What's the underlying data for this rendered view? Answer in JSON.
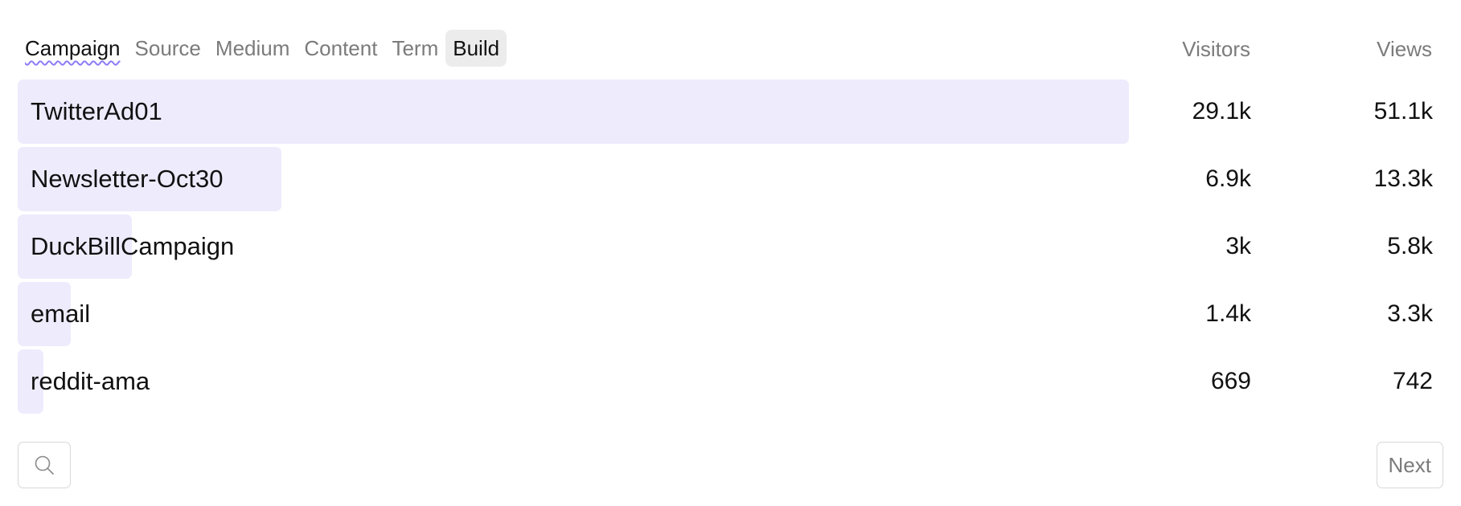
{
  "tabs": [
    {
      "label": "Campaign",
      "state": "active"
    },
    {
      "label": "Source",
      "state": "normal"
    },
    {
      "label": "Medium",
      "state": "normal"
    },
    {
      "label": "Content",
      "state": "normal"
    },
    {
      "label": "Term",
      "state": "normal"
    },
    {
      "label": "Build",
      "state": "highlighted"
    }
  ],
  "columns": {
    "visitors": "Visitors",
    "views": "Views"
  },
  "rows": [
    {
      "label": "TwitterAd01",
      "visitors": "29.1k",
      "views": "51.1k",
      "share": 1.0
    },
    {
      "label": "Newsletter-Oct30",
      "visitors": "6.9k",
      "views": "13.3k",
      "share": 0.237
    },
    {
      "label": "DuckBillCampaign",
      "visitors": "3k",
      "views": "5.8k",
      "share": 0.103
    },
    {
      "label": "email",
      "visitors": "1.4k",
      "views": "3.3k",
      "share": 0.048
    },
    {
      "label": "reddit-ama",
      "visitors": "669",
      "views": "742",
      "share": 0.023
    }
  ],
  "footer": {
    "search_icon": "search-icon",
    "next_label": "Next"
  },
  "colors": {
    "bar": "#eeebfd",
    "accent_underline": "#8b7cf6",
    "muted_text": "#7b7b7b",
    "highlight_tab_bg": "#ececec"
  }
}
